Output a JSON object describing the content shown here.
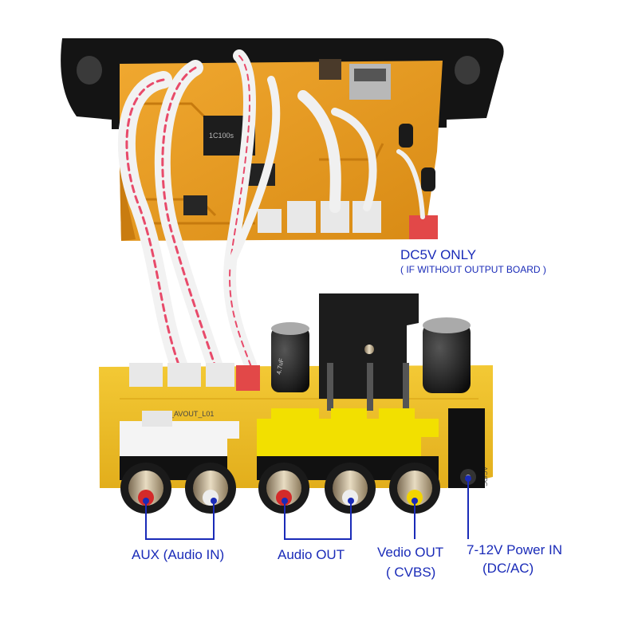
{
  "colors": {
    "annotation_blue": "#1a2bb8",
    "pcb_orange": "#e99a20",
    "pcb_yellow": "#efc023",
    "faceplate_black": "#141414",
    "jack_red": "#d42a2a",
    "jack_white": "#eeeeee",
    "jack_yellow": "#f2d400",
    "ribbon_red": "#e84a6a",
    "wire_white": "#f1f1f1",
    "heatsink_black": "#1c1c1c"
  },
  "pcb_silkscreen": {
    "chip": "1C100s",
    "board": "CD_AVOUT_L01",
    "dc_marking": "AC/DC",
    "cap_marking": "4.7uF"
  },
  "labels": {
    "dc5v": "DC5V ONLY",
    "dc5v_note": "( IF WITHOUT OUTPUT BOARD )",
    "aux": "AUX (Audio IN)",
    "audio_out": "Audio OUT",
    "video_out_1": "Vedio OUT",
    "video_out_2": "( CVBS)",
    "power_1": "7-12V Power IN",
    "power_2": "(DC/AC)"
  }
}
